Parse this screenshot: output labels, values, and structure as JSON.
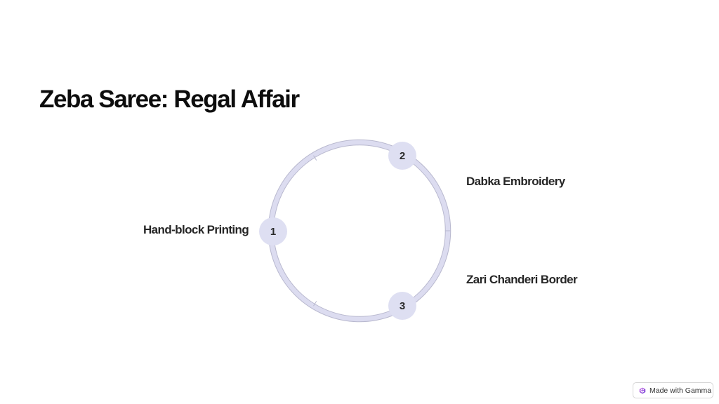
{
  "slide": {
    "title": "Zeba Saree: Regal Affair"
  },
  "diagram": {
    "type": "cycle",
    "ring_color": "#dcdcf0",
    "ring_outline_color": "#b9b9cf",
    "node_color": "#dedff2",
    "steps": [
      {
        "number": "1",
        "label": "Hand-block Printing"
      },
      {
        "number": "2",
        "label": "Dabka Embroidery"
      },
      {
        "number": "3",
        "label": "Zari Chanderi Border"
      }
    ]
  },
  "badge": {
    "label": "Made with Gamma",
    "icon": "gamma-logo-icon"
  }
}
